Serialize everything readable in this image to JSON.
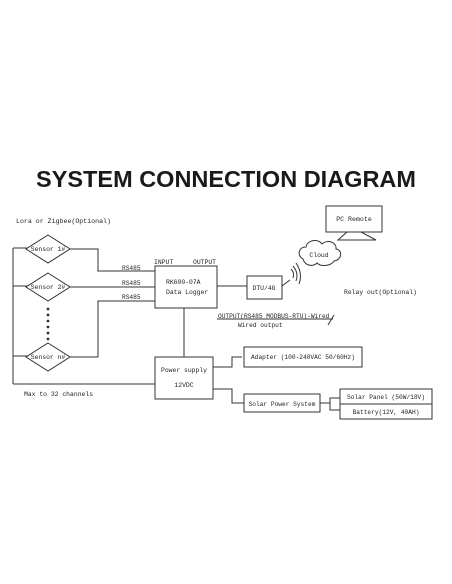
{
  "title": "SYSTEM CONNECTION DIAGRAM",
  "labels": {
    "lora": "Lora or Zigbee(Optional)",
    "sensor1": "Sensor 1#",
    "sensor2": "Sensor 2#",
    "sensorN": "Sensor n#",
    "max_channels": "Max to 32 channels",
    "rs485_1": "RS485",
    "rs485_2": "RS485",
    "rs485_3": "RS485",
    "input": "INPUT",
    "output": "OUTPUT",
    "logger_model": "RK600-07A",
    "logger_name": "Data Logger",
    "dtu": "DTU/4G",
    "cloud": "Cloud",
    "pc_remote": "PC Remote",
    "relay_out": "Relay out(Optional)",
    "wired_output_line1": "OUTPUT(RS485 MODBUS-RTU)-Wired",
    "wired_output_line2": "Wired output",
    "power_supply": "Power supply",
    "power_voltage": "12VDC",
    "adapter": "Adapter (100-240VAC 50/60Hz)",
    "solar_system": "Solar Power System",
    "solar_panel": "Solar Panel (50W/18V)",
    "battery": "Battery(12V, 40AH)"
  },
  "colors": {
    "line": "#333333",
    "text": "#222222",
    "title": "#1a1a1a"
  }
}
